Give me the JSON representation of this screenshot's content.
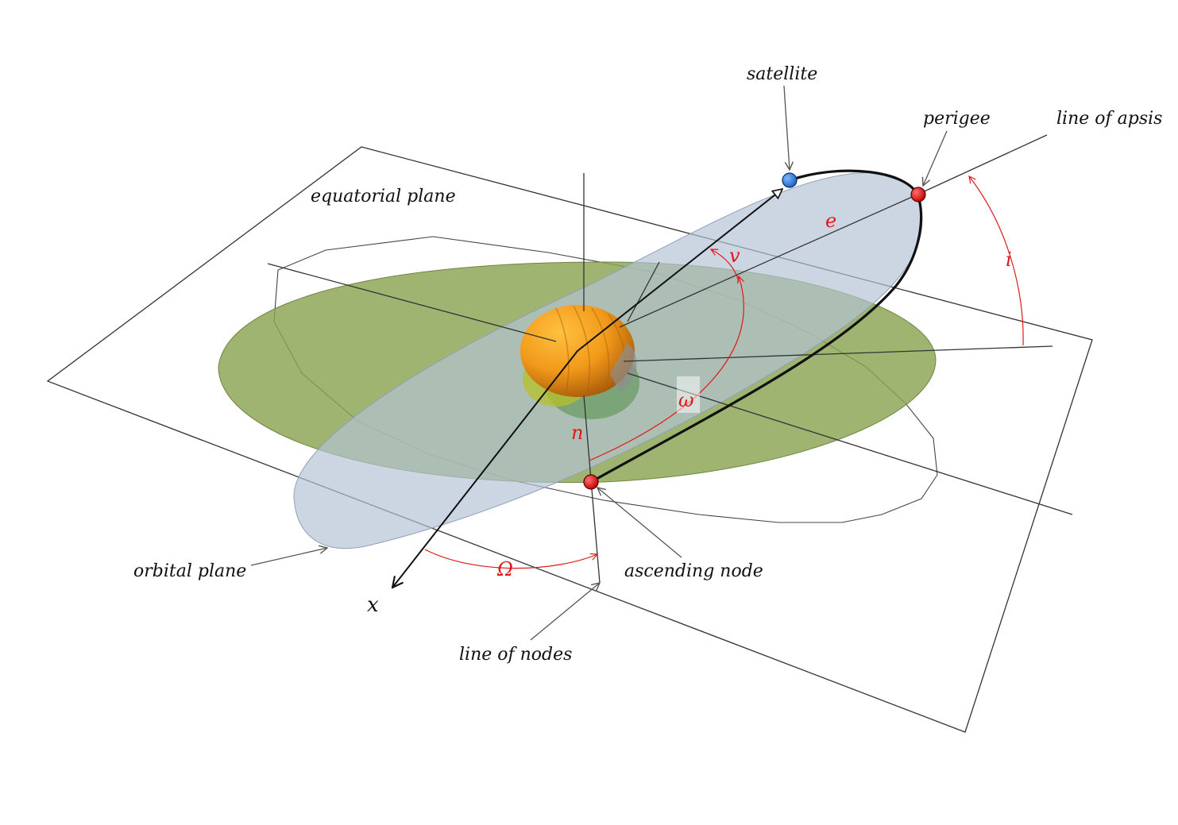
{
  "labels": {
    "satellite": "satellite",
    "perigee": "perigee",
    "line_of_apsis": "line of apsis",
    "equatorial_plane": "equatorial plane",
    "orbital_plane": "orbital plane",
    "ascending_node": "ascending node",
    "line_of_nodes": "line of nodes",
    "x_axis": "x"
  },
  "symbols": {
    "eccentricity": "e",
    "true_anomaly": "v",
    "inclination": "i",
    "argument_of_periapsis": "ω",
    "node_vector": "n",
    "longitude_ascending_node": "Ω"
  },
  "colors": {
    "equatorial_fill": "#8aa352",
    "orbital_fill": "#b8c6d6",
    "planet_light": "#ffb020",
    "planet_dark": "#c06a10",
    "satellite_dot": "#2a7fe0",
    "node_dot": "#e01818",
    "angle_red": "#e01818",
    "line": "#333333"
  }
}
